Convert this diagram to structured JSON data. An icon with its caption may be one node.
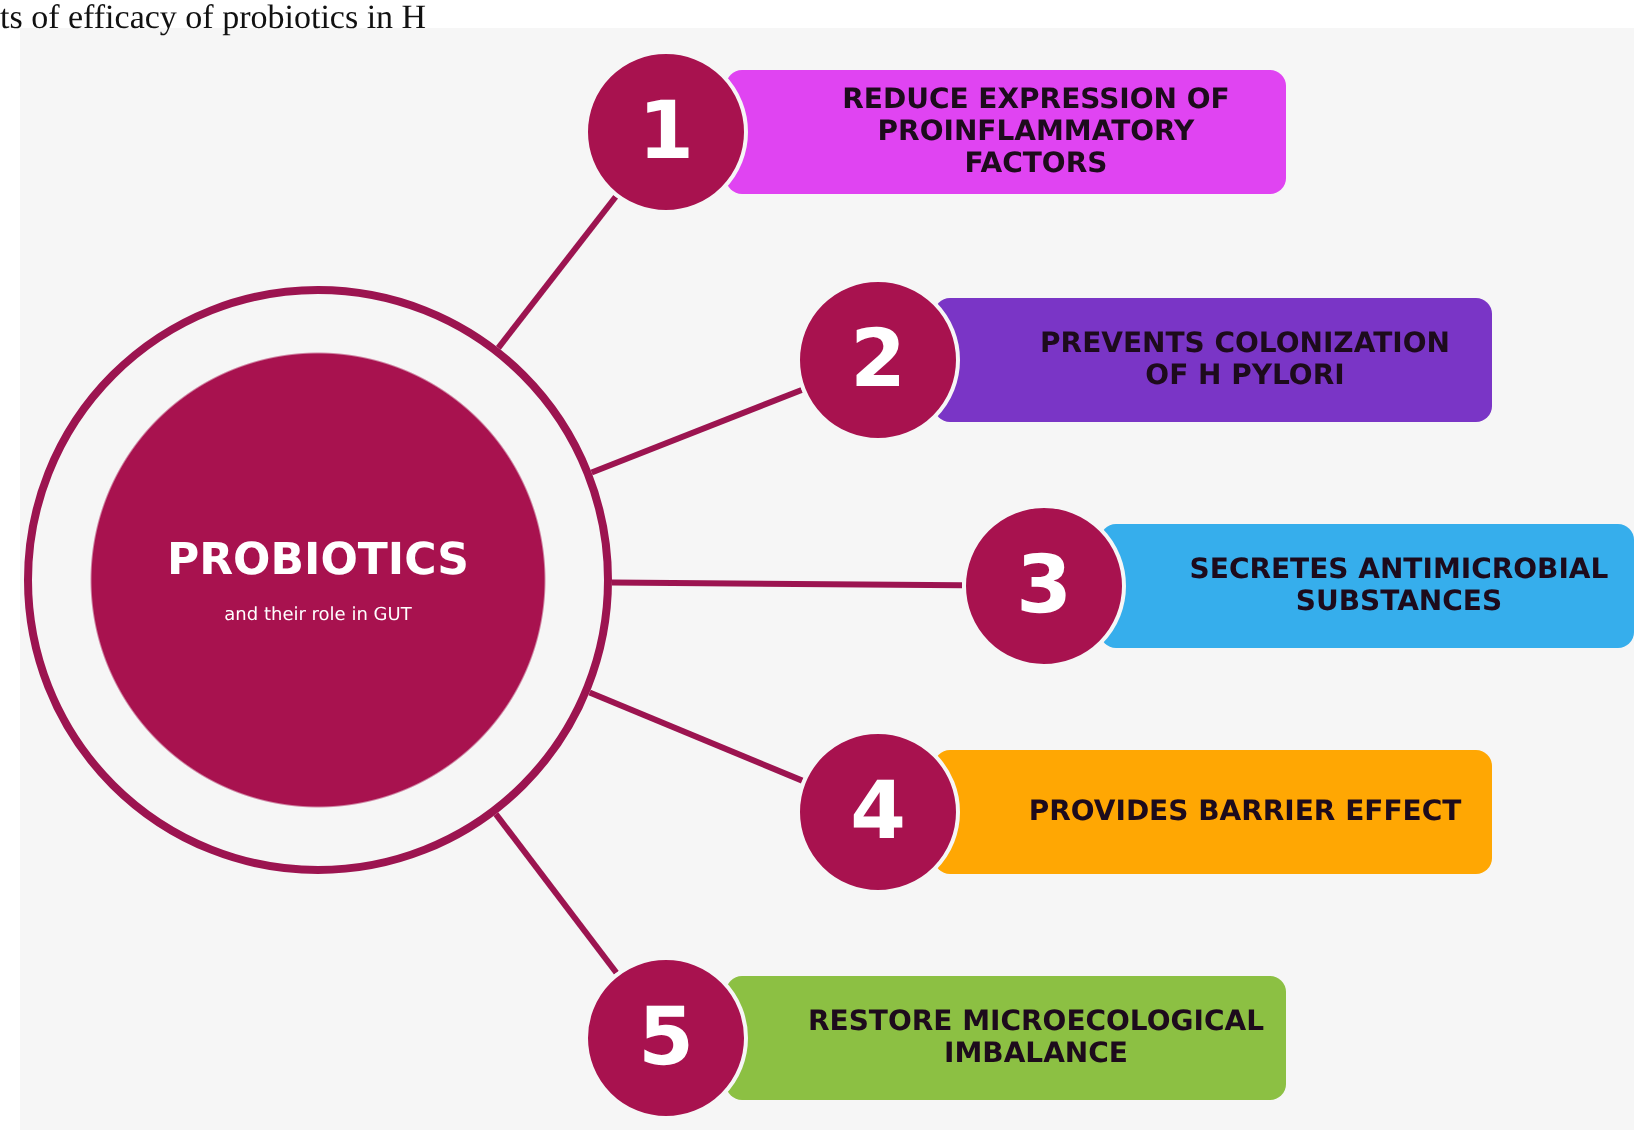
{
  "diagram": {
    "nodes": [
      {
        "text": [
          "PROBIOTICS",
          "and their role in GUT"
        ]
      },
      {
        "text": [
          "1"
        ]
      },
      {
        "text": [
          "REDUCE EXPRESSION OF PROINFLAMMATORY FACTORS"
        ]
      },
      {
        "text": [
          "2"
        ]
      },
      {
        "text": [
          "PREVENTS COLONIZATION OF H PYLORI"
        ]
      },
      {
        "text": [
          "3"
        ]
      },
      {
        "text": [
          "SECRETES ANTIMICROBIAL SUBSTANCES"
        ]
      },
      {
        "text": [
          "4"
        ]
      },
      {
        "text": [
          "PROVIDES BARRIER EFFECT"
        ]
      },
      {
        "text": [
          "5"
        ]
      },
      {
        "text": [
          "RESTORE MICROECOLOGICAL IMBALANCE"
        ]
      }
    ],
    "edges": [
      {
        "from": 0,
        "to": 1,
        "arrow": "none"
      },
      {
        "from": 0,
        "to": 3,
        "arrow": "none"
      },
      {
        "from": 0,
        "to": 5,
        "arrow": "none"
      },
      {
        "from": 0,
        "to": 7,
        "arrow": "none"
      },
      {
        "from": 0,
        "to": 9,
        "arrow": "none"
      }
    ],
    "labels": [
      "ts of efficacy of probiotics in H"
    ]
  }
}
